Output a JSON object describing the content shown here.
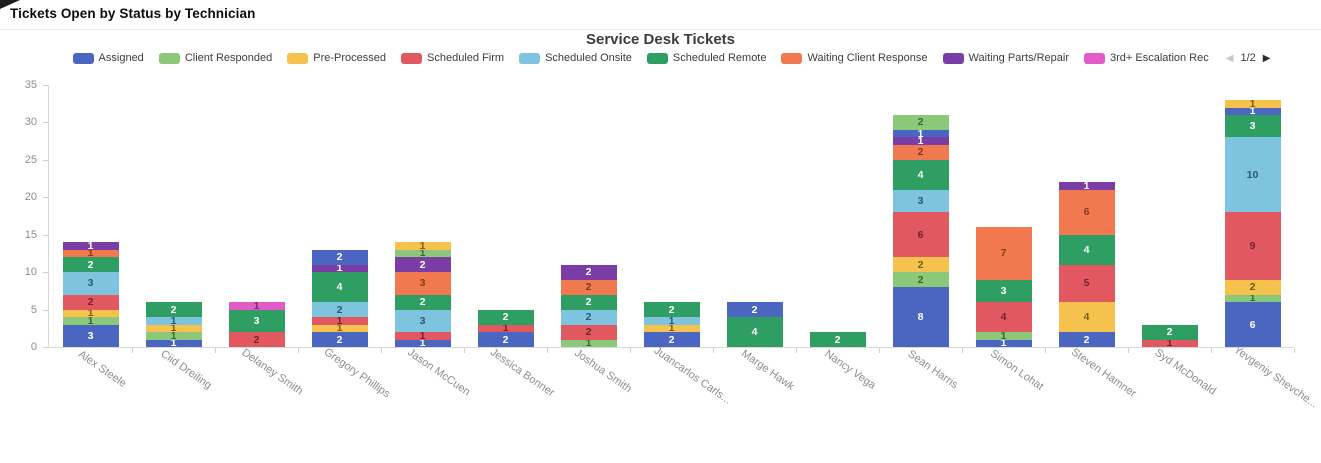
{
  "header": {
    "title": "Tickets Open by Status by Technician"
  },
  "chart_data": {
    "type": "bar",
    "stacked": true,
    "title": "Service Desk Tickets",
    "xlabel": "",
    "ylabel": "",
    "ylim": [
      0,
      35
    ],
    "y_ticks": [
      0,
      5,
      10,
      15,
      20,
      25,
      30,
      35
    ],
    "grid": false,
    "legend_position": "top",
    "legend_pager": {
      "prev": "◀",
      "page": "1/2",
      "next": "▶"
    },
    "statuses": {
      "assigned": {
        "label": "Assigned",
        "color": "#4b66c0",
        "label_color": "#ffffff"
      },
      "client_responded": {
        "label": "Client Responded",
        "color": "#8cc87a",
        "label_color": "#3c6631"
      },
      "pre_processed": {
        "label": "Pre-Processed",
        "color": "#f4c24d",
        "label_color": "#7a5a14"
      },
      "scheduled_firm": {
        "label": "Scheduled Firm",
        "color": "#e25861",
        "label_color": "#6e242e"
      },
      "scheduled_onsite": {
        "label": "Scheduled Onsite",
        "color": "#7ec4de",
        "label_color": "#2a5a74"
      },
      "scheduled_remote": {
        "label": "Scheduled Remote",
        "color": "#2e9e63",
        "label_color": "#ffffff"
      },
      "waiting_client": {
        "label": "Waiting Client Response",
        "color": "#f0794f",
        "label_color": "#89381c"
      },
      "waiting_parts": {
        "label": "Waiting Parts/Repair",
        "color": "#7a3da6",
        "label_color": "#ffffff"
      },
      "escalation": {
        "label": "3rd+ Escalation Rec",
        "color": "#e35bc8",
        "label_color": "#7a2a68"
      },
      "p2_blue": {
        "color": "#4b66c0",
        "label_color": "#ffffff"
      },
      "p2_green": {
        "color": "#8cc87a",
        "label_color": "#3c6631"
      },
      "p2_yellow": {
        "color": "#f4c24d",
        "label_color": "#7a5a14"
      }
    },
    "legend_order": [
      "assigned",
      "client_responded",
      "pre_processed",
      "scheduled_firm",
      "scheduled_onsite",
      "scheduled_remote",
      "waiting_client",
      "waiting_parts",
      "escalation"
    ],
    "categories": [
      "Alex Steele",
      "Ciid Dreiling",
      "Delaney Smith",
      "Gregory Phillips",
      "Jason McCuen",
      "Jessica Bonner",
      "Joshua Smith",
      "Juancarlos Carls...",
      "Marge Hawk",
      "Nancy Vega",
      "Sean Harris",
      "Simon Lohat",
      "Steven Hamner",
      "Syd McDonald",
      "Yevgeniy Shevche..."
    ],
    "bars": [
      {
        "category": "Alex Steele",
        "total": 14,
        "segments": [
          [
            "assigned",
            3
          ],
          [
            "client_responded",
            1
          ],
          [
            "pre_processed",
            1
          ],
          [
            "scheduled_firm",
            2
          ],
          [
            "scheduled_onsite",
            3
          ],
          [
            "scheduled_remote",
            2
          ],
          [
            "waiting_client",
            1
          ],
          [
            "waiting_parts",
            1
          ]
        ]
      },
      {
        "category": "Ciid Dreiling",
        "total": 6,
        "segments": [
          [
            "assigned",
            1
          ],
          [
            "client_responded",
            1
          ],
          [
            "pre_processed",
            1
          ],
          [
            "scheduled_onsite",
            1
          ],
          [
            "scheduled_remote",
            2
          ]
        ]
      },
      {
        "category": "Delaney Smith",
        "total": 6,
        "segments": [
          [
            "scheduled_firm",
            2
          ],
          [
            "scheduled_remote",
            3
          ],
          [
            "escalation",
            1
          ]
        ]
      },
      {
        "category": "Gregory Phillips",
        "total": 13,
        "segments": [
          [
            "assigned",
            2
          ],
          [
            "pre_processed",
            1
          ],
          [
            "scheduled_firm",
            1
          ],
          [
            "scheduled_onsite",
            2
          ],
          [
            "scheduled_remote",
            4
          ],
          [
            "waiting_parts",
            1
          ],
          [
            "p2_blue",
            2
          ]
        ]
      },
      {
        "category": "Jason McCuen",
        "total": 14,
        "segments": [
          [
            "assigned",
            1
          ],
          [
            "scheduled_firm",
            1
          ],
          [
            "scheduled_onsite",
            3
          ],
          [
            "scheduled_remote",
            2
          ],
          [
            "waiting_client",
            3
          ],
          [
            "waiting_parts",
            2
          ],
          [
            "p2_green",
            1
          ],
          [
            "p2_yellow",
            1
          ]
        ]
      },
      {
        "category": "Jessica Bonner",
        "total": 5,
        "segments": [
          [
            "assigned",
            2
          ],
          [
            "scheduled_firm",
            1
          ],
          [
            "scheduled_remote",
            2
          ]
        ]
      },
      {
        "category": "Joshua Smith",
        "total": 11,
        "segments": [
          [
            "client_responded",
            1
          ],
          [
            "scheduled_firm",
            2
          ],
          [
            "scheduled_onsite",
            2
          ],
          [
            "scheduled_remote",
            2
          ],
          [
            "waiting_client",
            2
          ],
          [
            "waiting_parts",
            2
          ]
        ]
      },
      {
        "category": "Juancarlos Carls...",
        "total": 6,
        "segments": [
          [
            "assigned",
            2
          ],
          [
            "pre_processed",
            1
          ],
          [
            "scheduled_onsite",
            1
          ],
          [
            "scheduled_remote",
            2
          ]
        ]
      },
      {
        "category": "Marge Hawk",
        "total": 6,
        "segments": [
          [
            "scheduled_remote",
            4
          ],
          [
            "p2_blue",
            2
          ]
        ]
      },
      {
        "category": "Nancy Vega",
        "total": 2,
        "segments": [
          [
            "scheduled_remote",
            2
          ]
        ]
      },
      {
        "category": "Sean Harris",
        "total": 31,
        "segments": [
          [
            "assigned",
            8
          ],
          [
            "client_responded",
            2
          ],
          [
            "pre_processed",
            2
          ],
          [
            "scheduled_firm",
            6
          ],
          [
            "scheduled_onsite",
            3
          ],
          [
            "scheduled_remote",
            4
          ],
          [
            "waiting_client",
            2
          ],
          [
            "waiting_parts",
            1
          ],
          [
            "p2_blue",
            1
          ],
          [
            "p2_green",
            2
          ]
        ]
      },
      {
        "category": "Simon Lohat",
        "total": 16,
        "segments": [
          [
            "assigned",
            1
          ],
          [
            "client_responded",
            1
          ],
          [
            "scheduled_firm",
            4
          ],
          [
            "scheduled_remote",
            3
          ],
          [
            "waiting_client",
            7
          ]
        ]
      },
      {
        "category": "Steven Hamner",
        "total": 22,
        "segments": [
          [
            "assigned",
            2
          ],
          [
            "pre_processed",
            4
          ],
          [
            "scheduled_firm",
            5
          ],
          [
            "scheduled_remote",
            4
          ],
          [
            "waiting_client",
            6
          ],
          [
            "waiting_parts",
            1
          ]
        ]
      },
      {
        "category": "Syd McDonald",
        "total": 3,
        "segments": [
          [
            "scheduled_firm",
            1
          ],
          [
            "scheduled_remote",
            2
          ]
        ]
      },
      {
        "category": "Yevgeniy Shevche...",
        "total": 33,
        "segments": [
          [
            "assigned",
            6
          ],
          [
            "client_responded",
            1
          ],
          [
            "pre_processed",
            2
          ],
          [
            "scheduled_firm",
            9
          ],
          [
            "scheduled_onsite",
            10
          ],
          [
            "scheduled_remote",
            3
          ],
          [
            "p2_blue",
            1
          ],
          [
            "p2_yellow",
            1
          ]
        ]
      }
    ]
  }
}
